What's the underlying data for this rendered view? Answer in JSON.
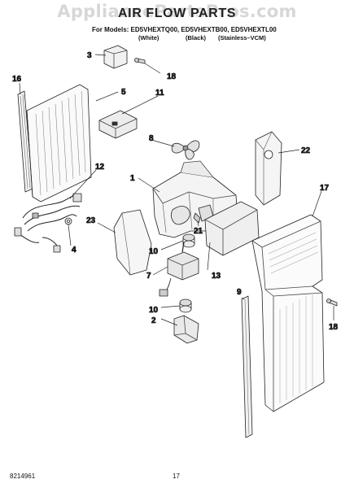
{
  "header": {
    "watermark": "AppliancePartsPros.com",
    "title": "AIR FLOW PARTS",
    "models_line": "For Models: ED5VHEXTQ00, ED5VHEXTB00, ED5VHEXTL00",
    "variants": [
      "(White)",
      "(Black)",
      "(Stainless–VCM)"
    ]
  },
  "callouts": {
    "c1": "1",
    "c2": "2",
    "c3": "3",
    "c4": "4",
    "c5": "5",
    "c7": "7",
    "c8": "8",
    "c9": "9",
    "c10a": "10",
    "c10b": "10",
    "c11": "11",
    "c12": "12",
    "c13": "13",
    "c16": "16",
    "c17": "17",
    "c18a": "18",
    "c18b": "18",
    "c21": "21",
    "c22": "22",
    "c23": "23"
  },
  "footer": {
    "part_number": "8214961",
    "page_number": "17"
  }
}
